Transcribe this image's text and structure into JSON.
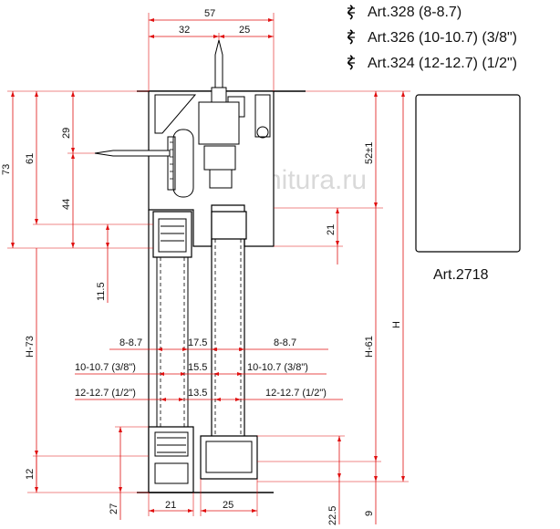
{
  "watermark": "mfurnitura.ru",
  "articles": [
    {
      "label": "Art.328 (8-8.7)"
    },
    {
      "label": "Art.326 (10-10.7) (3/8\")"
    },
    {
      "label": "Art.324 (12-12.7) (1/2\")"
    }
  ],
  "sample": {
    "label": "Art.2718"
  },
  "dimensions": {
    "top_total": "57",
    "top_left": "32",
    "top_right": "25",
    "left_73": "73",
    "left_61": "61",
    "left_29": "29",
    "left_44": "44",
    "left_11_5": "11.5",
    "left_h73": "H-73",
    "left_12": "12",
    "left_27": "27",
    "right_52": "52±1",
    "right_21": "21",
    "right_h61": "H-61",
    "right_h": "H",
    "right_22_5": "22.5",
    "right_9": "9",
    "bottom_21": "21",
    "bottom_25": "25",
    "glass_rows": [
      {
        "left": "8-8.7",
        "mid": "17.5",
        "right": "8-8.7"
      },
      {
        "left": "10-10.7 (3/8\")",
        "mid": "15.5",
        "right": "10-10.7 (3/8\")"
      },
      {
        "left": "12-12.7 (1/2\")",
        "mid": "13.5",
        "right": "12-12.7 (1/2\")"
      }
    ]
  },
  "colors": {
    "dimension": "#e01010",
    "outline": "#000000",
    "watermark": "#d9d9d9"
  }
}
